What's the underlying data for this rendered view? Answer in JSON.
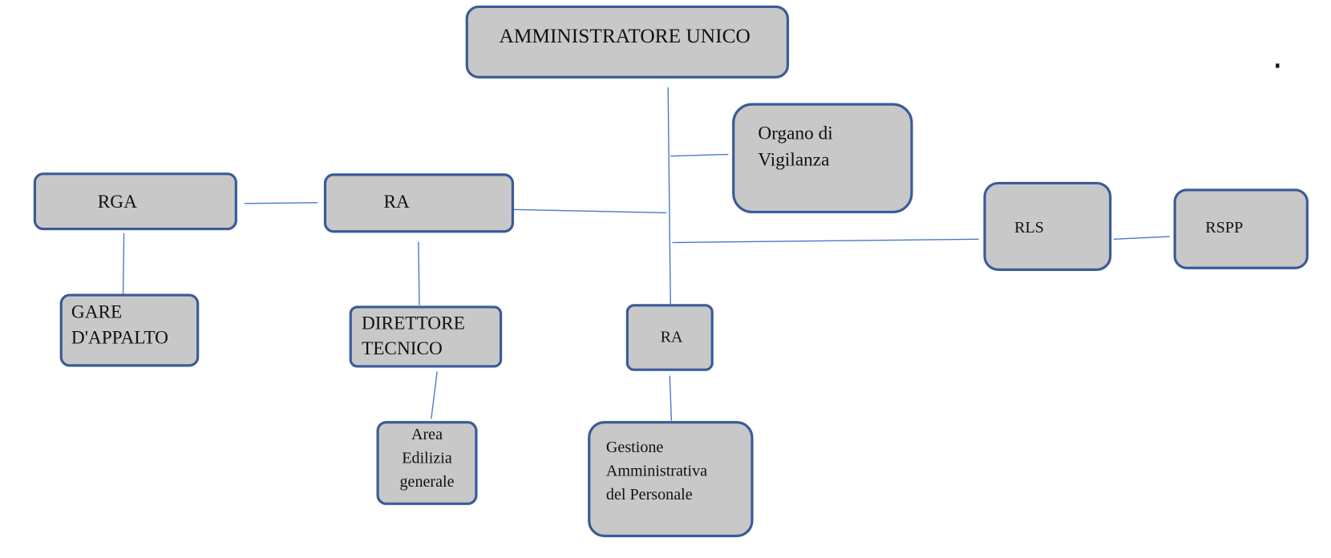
{
  "nodes": {
    "admin": "AMMINISTRATORE UNICO",
    "organo": [
      "Organo di",
      "Vigilanza"
    ],
    "rga": "RGA",
    "ra_main": "RA",
    "rls": "RLS",
    "rspp": "RSPP",
    "gare": [
      "GARE",
      "D'APPALTO"
    ],
    "direttore": [
      "DIRETTORE",
      "TECNICO"
    ],
    "area": [
      "Area",
      "Edilizia",
      "generale"
    ],
    "ra_second": "RA",
    "gestione": [
      "Gestione",
      "Amministrativa",
      "del Personale"
    ]
  },
  "colors": {
    "box_fill": "#c8c8c8",
    "box_border": "#3b5a99",
    "connector": "#4a78c8"
  }
}
